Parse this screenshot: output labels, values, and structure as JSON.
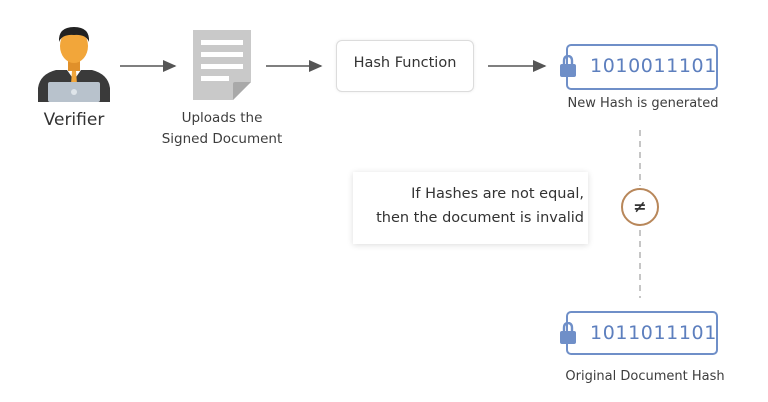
{
  "verifier": {
    "label": "Verifier"
  },
  "document": {
    "label_line1": "Uploads the",
    "label_line2": "Signed Document"
  },
  "hash_function": {
    "label": "Hash Function"
  },
  "new_hash": {
    "value": "1010011101",
    "caption": "New Hash is generated"
  },
  "original_hash": {
    "value": "1011011101",
    "caption": "Original Document Hash"
  },
  "comparison": {
    "symbol": "≠",
    "note_line1": "If Hashes are not equal,",
    "note_line2": "then the document is invalid"
  },
  "colors": {
    "hash_border": "#6f8fc8",
    "hash_text": "#5d7fbe",
    "lock": "#6f8fc8",
    "neq_border": "#b8875a",
    "arrow": "#555555",
    "skin": "#f2a63a",
    "suit": "#3a3a3a",
    "document": "#c9c9c9"
  }
}
